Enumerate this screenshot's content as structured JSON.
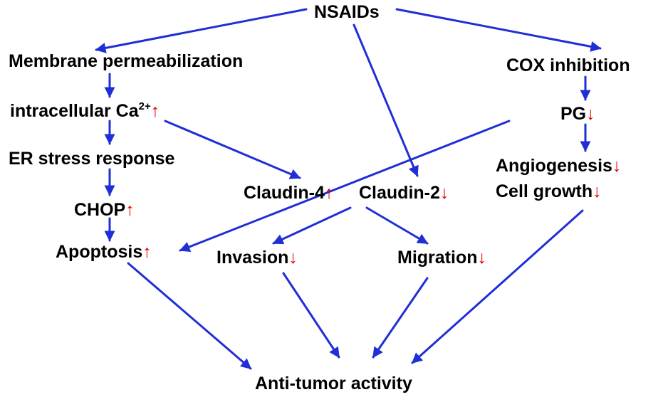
{
  "colors": {
    "edge": "#1f2fd6",
    "text": "#000000",
    "indicator": "#e00000"
  },
  "nodes": {
    "nsaids": {
      "label": "NSAIDs"
    },
    "membrane": {
      "label": "Membrane permeabilization"
    },
    "calcium": {
      "label": "intracellular Ca",
      "superscript": "2+",
      "indicator": "↑"
    },
    "er_stress": {
      "label": "ER stress response"
    },
    "chop": {
      "label": "CHOP",
      "indicator": "↑"
    },
    "apoptosis": {
      "label": "Apoptosis",
      "indicator": "↑"
    },
    "claudin4": {
      "label": "Claudin-4",
      "indicator": "↑"
    },
    "claudin2": {
      "label": "Claudin-2",
      "indicator": "↓"
    },
    "invasion": {
      "label": "Invasion",
      "indicator": "↓"
    },
    "migration": {
      "label": "Migration",
      "indicator": "↓"
    },
    "cox": {
      "label": "COX inhibition"
    },
    "pg": {
      "label": "PG",
      "indicator": "↓"
    },
    "angiogenesis": {
      "label": "Angiogenesis",
      "indicator": "↓"
    },
    "cell_growth": {
      "label": "Cell growth",
      "indicator": "↓"
    },
    "antitumor": {
      "label": "Anti-tumor activity"
    }
  },
  "edges": [
    {
      "from": "nsaids",
      "to": "membrane"
    },
    {
      "from": "nsaids",
      "to": "claudin2"
    },
    {
      "from": "nsaids",
      "to": "cox"
    },
    {
      "from": "membrane",
      "to": "calcium"
    },
    {
      "from": "calcium",
      "to": "er_stress"
    },
    {
      "from": "calcium",
      "to": "claudin4"
    },
    {
      "from": "er_stress",
      "to": "chop"
    },
    {
      "from": "chop",
      "to": "apoptosis"
    },
    {
      "from": "pg",
      "to": "apoptosis"
    },
    {
      "from": "cox",
      "to": "pg"
    },
    {
      "from": "pg",
      "to": "angiogenesis"
    },
    {
      "from": "claudin4",
      "to": "invasion"
    },
    {
      "from": "claudin4",
      "to": "migration"
    },
    {
      "from": "apoptosis",
      "to": "antitumor"
    },
    {
      "from": "invasion",
      "to": "antitumor"
    },
    {
      "from": "migration",
      "to": "antitumor"
    },
    {
      "from": "cell_growth",
      "to": "antitumor"
    }
  ]
}
